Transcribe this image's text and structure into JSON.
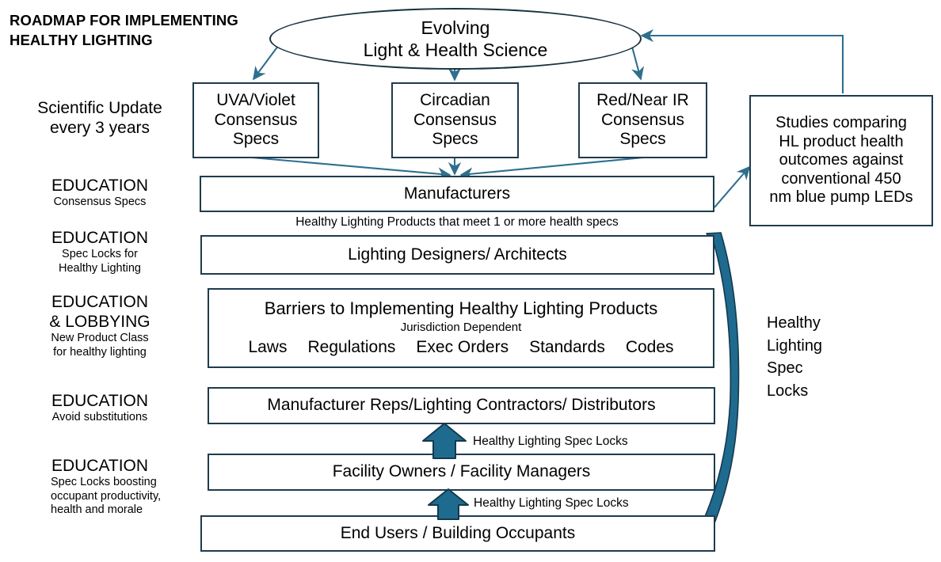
{
  "title": {
    "line1": "ROADMAP FOR IMPLEMENTING",
    "line2": "HEALTHY LIGHTING"
  },
  "colors": {
    "box_border": "#1f3b4d",
    "connector": "#2e6f8e",
    "block_arrow_fill": "#1f6b8f",
    "block_arrow_stroke": "#14394d",
    "background": "#ffffff",
    "text": "#000000"
  },
  "left_labels": [
    {
      "id": "scientific-update",
      "heading": "Scientific Update",
      "heading2": "every 3 years",
      "sub": []
    },
    {
      "id": "education-consensus-specs",
      "heading": "EDUCATION",
      "sub": [
        "Consensus Specs"
      ]
    },
    {
      "id": "education-spec-locks",
      "heading": "EDUCATION",
      "sub": [
        "Spec Locks for",
        "Healthy Lighting"
      ]
    },
    {
      "id": "education-lobbying",
      "heading": "EDUCATION",
      "heading2": "& LOBBYING",
      "sub": [
        "New Product Class",
        "for healthy lighting"
      ]
    },
    {
      "id": "education-avoid-substitutions",
      "heading": "EDUCATION",
      "sub": [
        "Avoid substitutions"
      ]
    },
    {
      "id": "education-spec-locks-productivity",
      "heading": "EDUCATION",
      "sub": [
        "Spec Locks boosting",
        "occupant productivity,",
        "health and morale"
      ]
    }
  ],
  "nodes": {
    "evolving_science": {
      "line1": "Evolving",
      "line2": "Light & Health Science"
    },
    "uva_violet": {
      "line1": "UVA/Violet",
      "line2": "Consensus",
      "line3": "Specs"
    },
    "circadian": {
      "line1": "Circadian",
      "line2": "Consensus",
      "line3": "Specs"
    },
    "red_near_ir": {
      "line1": "Red/Near IR",
      "line2": "Consensus",
      "line3": "Specs"
    },
    "studies": {
      "line1": "Studies comparing",
      "line2": "HL product health",
      "line3": "outcomes against",
      "line4": "conventional 450",
      "line5": "nm blue pump LEDs"
    },
    "manufacturers": {
      "label": "Manufacturers"
    },
    "designers": {
      "label": "Lighting Designers/ Architects"
    },
    "barriers": {
      "title": "Barriers to Implementing Healthy Lighting Products",
      "subtitle": "Jurisdiction  Dependent",
      "items": [
        "Laws",
        "Regulations",
        "Exec Orders",
        "Standards",
        "Codes"
      ]
    },
    "reps": {
      "label": "Manufacturer Reps/Lighting Contractors/ Distributors"
    },
    "facility": {
      "label": "Facility Owners / Facility Managers"
    },
    "end_users": {
      "label": "End Users / Building Occupants"
    }
  },
  "annotations": {
    "products_note": "Healthy Lighting Products that meet 1 or more health specs",
    "spec_locks_upper": "Healthy Lighting Spec Locks",
    "spec_locks_lower": "Healthy Lighting Spec Locks",
    "side_arrow_label": {
      "l1": "Healthy",
      "l2": "Lighting",
      "l3": "Spec",
      "l4": "Locks"
    }
  }
}
